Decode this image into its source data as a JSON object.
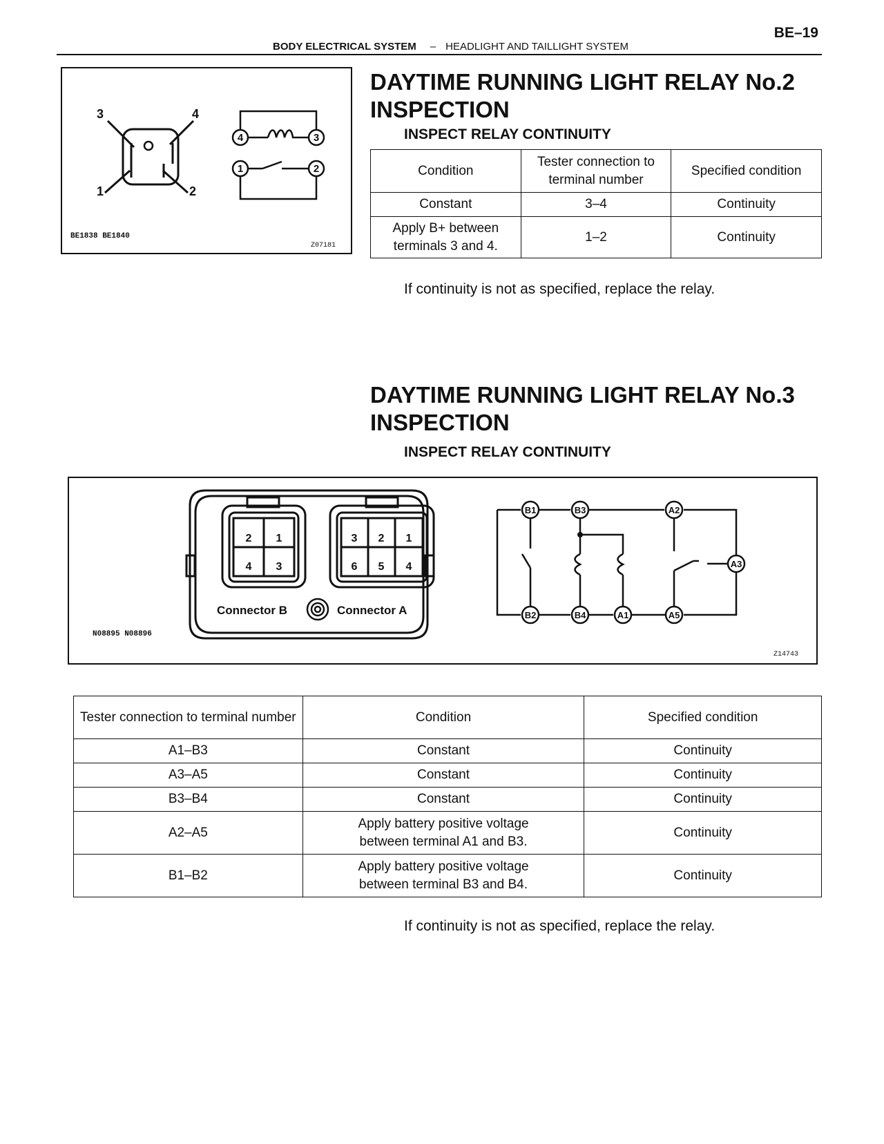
{
  "header": {
    "page_number": "BE–19",
    "section": "BODY ELECTRICAL SYSTEM",
    "separator": "–",
    "subsection": "HEADLIGHT AND TAILLIGHT SYSTEM"
  },
  "relay2": {
    "title_line1": "DAYTIME RUNNING LIGHT RELAY No.2",
    "title_line2": "INSPECTION",
    "subhead": "INSPECT RELAY CONTINUITY",
    "figure": {
      "code_left": "BE1838 BE1840",
      "code_right": "Z07181",
      "pin_labels": [
        "3",
        "4",
        "1",
        "2"
      ],
      "circuit_terminals": [
        "4",
        "3",
        "1",
        "2"
      ]
    },
    "table": {
      "headers": [
        "Condition",
        "Tester connection to terminal number",
        "Specified condition"
      ],
      "rows": [
        [
          "Constant",
          "3–4",
          "Continuity"
        ],
        [
          "Apply B+ between terminals 3 and 4.",
          "1–2",
          "Continuity"
        ]
      ]
    },
    "note": "If continuity is not as specified, replace the relay."
  },
  "relay3": {
    "title_line1": "DAYTIME RUNNING LIGHT RELAY No.3",
    "title_line2": "INSPECTION",
    "subhead": "INSPECT RELAY CONTINUITY",
    "figure": {
      "code_left": "N08895 N08896",
      "code_right": "Z14743",
      "connector_b_label": "Connector B",
      "connector_a_label": "Connector A",
      "connector_b_pins": [
        "2",
        "1",
        "4",
        "3"
      ],
      "connector_a_pins": [
        "3",
        "2",
        "1",
        "6",
        "5",
        "4"
      ],
      "circuit_terminals": [
        "B1",
        "B3",
        "A2",
        "A3",
        "B2",
        "B4",
        "A1",
        "A5"
      ]
    },
    "table": {
      "headers": [
        "Tester connection to terminal number",
        "Condition",
        "Specified condition"
      ],
      "rows": [
        [
          "A1–B3",
          "Constant",
          "Continuity"
        ],
        [
          "A3–A5",
          "Constant",
          "Continuity"
        ],
        [
          "B3–B4",
          "Constant",
          "Continuity"
        ],
        [
          "A2–A5",
          "Apply battery positive voltage between terminal A1 and B3.",
          "Continuity"
        ],
        [
          "B1–B2",
          "Apply battery positive voltage between terminal B3 and B4.",
          "Continuity"
        ]
      ]
    },
    "note": "If continuity is not as specified, replace the relay."
  }
}
